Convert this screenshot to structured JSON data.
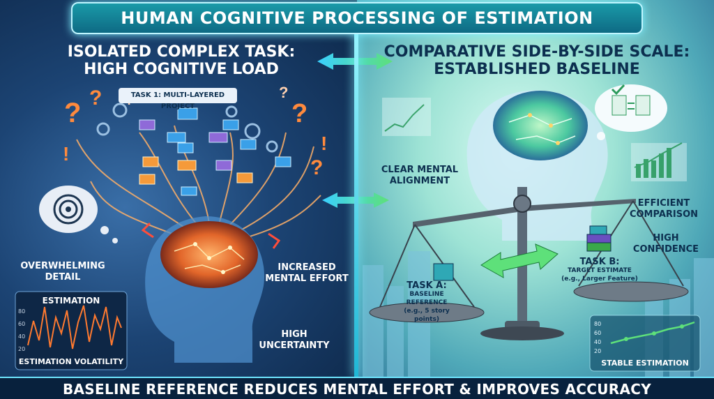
{
  "title": "HUMAN COGNITIVE PROCESSING OF ESTIMATION",
  "left": {
    "heading_line1": "ISOLATED COMPLEX TASK:",
    "heading_line2": "HIGH COGNITIVE LOAD",
    "task_label": "TASK 1: MULTI-LAYERED PROJECT",
    "label_overwhelming_1": "OVERWHELMING",
    "label_overwhelming_2": "DETAIL",
    "label_mental_1": "INCREASED",
    "label_mental_2": "MENTAL EFFORT",
    "label_uncertainty_1": "HIGH",
    "label_uncertainty_2": "UNCERTAINTY",
    "chart_title": "ESTIMATION",
    "chart_caption": "ESTIMATION VOLATILITY",
    "chart_ticks": [
      "80",
      "60",
      "40",
      "20"
    ]
  },
  "right": {
    "heading_line1": "COMPARATIVE SIDE-BY-SIDE SCALE:",
    "heading_line2": "ESTABLISHED BASELINE",
    "label_alignment_1": "CLEAR MENTAL",
    "label_alignment_2": "ALIGNMENT",
    "label_efficient_1": "EFFICIENT",
    "label_efficient_2": "COMPARISON",
    "label_confidence_1": "HIGH",
    "label_confidence_2": "CONFIDENCE",
    "task_a_title": "TASK A:",
    "task_a_line1": "BASELINE REFERENCE",
    "task_a_line2": "(e.g., 5 story points)",
    "task_b_title": "TASK B:",
    "task_b_line1": "TARGET ESTIMATE",
    "task_b_line2": "(e.g., Larger Feature)",
    "chart_caption": "STABLE ESTIMATION",
    "chart_ticks": [
      "80",
      "60",
      "40",
      "20"
    ]
  },
  "bottom": "BASELINE REFERENCE REDUCES MENTAL EFFORT & IMPROVES ACCURACY",
  "colors": {
    "accent_cyan": "#7ff0ff",
    "orange": "#ff8a3d",
    "green": "#5ee07a",
    "navy": "#0c2f4f"
  }
}
